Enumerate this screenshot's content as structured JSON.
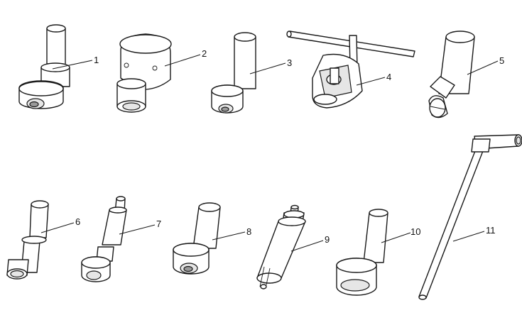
{
  "callouts": [
    {
      "id": "1",
      "label": "1"
    },
    {
      "id": "2",
      "label": "2"
    },
    {
      "id": "3",
      "label": "3"
    },
    {
      "id": "4",
      "label": "4"
    },
    {
      "id": "5",
      "label": "5"
    },
    {
      "id": "6",
      "label": "6"
    },
    {
      "id": "7",
      "label": "7"
    },
    {
      "id": "8",
      "label": "8"
    },
    {
      "id": "9",
      "label": "9"
    },
    {
      "id": "10",
      "label": "10"
    },
    {
      "id": "11",
      "label": "11"
    }
  ],
  "colors": {
    "line": "#1a1a1a",
    "fill": "#ffffff",
    "shade": "#e6e6e6"
  }
}
